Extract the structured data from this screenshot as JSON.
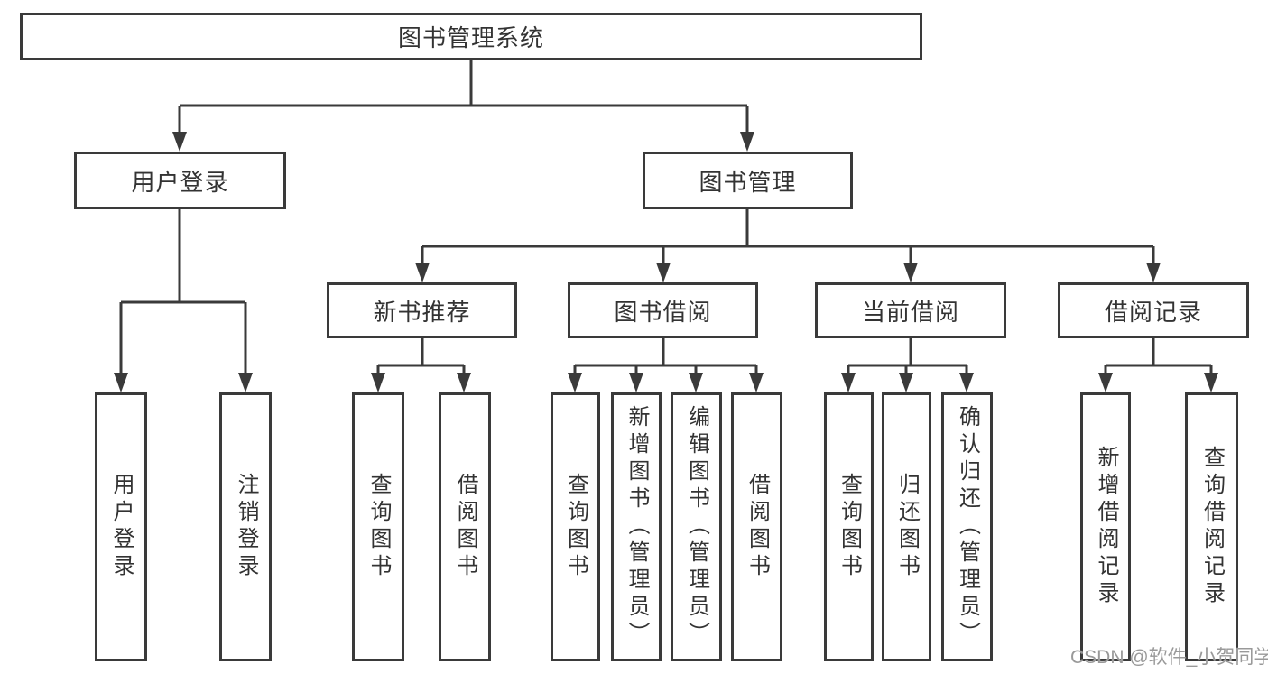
{
  "diagram": {
    "title": "图书管理系统",
    "root": {
      "label": "图书管理系统"
    },
    "level2": [
      {
        "label": "用户登录"
      },
      {
        "label": "图书管理"
      }
    ],
    "level3": [
      {
        "label": "新书推荐"
      },
      {
        "label": "图书借阅"
      },
      {
        "label": "当前借阅"
      },
      {
        "label": "借阅记录"
      }
    ],
    "leaves": [
      {
        "label": "用户登录",
        "parent": "用户登录"
      },
      {
        "label": "注销登录",
        "parent": "用户登录"
      },
      {
        "label": "查询图书",
        "parent": "新书推荐"
      },
      {
        "label": "借阅图书",
        "parent": "新书推荐"
      },
      {
        "label": "查询图书",
        "parent": "图书借阅"
      },
      {
        "label": "新增图书（管理员）",
        "parent": "图书借阅"
      },
      {
        "label": "编辑图书（管理员）",
        "parent": "图书借阅"
      },
      {
        "label": "借阅图书",
        "parent": "图书借阅"
      },
      {
        "label": "查询图书",
        "parent": "当前借阅"
      },
      {
        "label": "归还图书",
        "parent": "当前借阅"
      },
      {
        "label": "确认归还（管理员）",
        "parent": "当前借阅"
      },
      {
        "label": "新增借阅记录",
        "parent": "借阅记录"
      },
      {
        "label": "查询借阅记录",
        "parent": "借阅记录"
      }
    ],
    "watermark": "CSDN @软件_小贺同学",
    "colors": {
      "line": "#3a3a3a",
      "text": "#333333",
      "watermark": "#999999",
      "background": "#ffffff"
    }
  }
}
